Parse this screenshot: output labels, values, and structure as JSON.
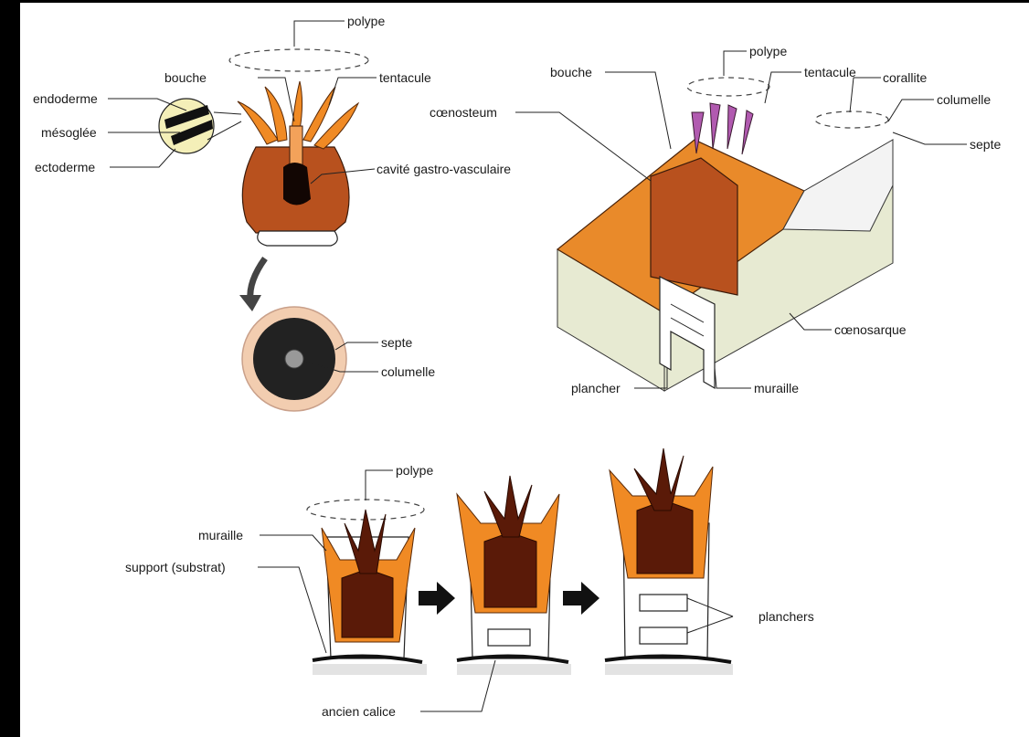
{
  "labels": {
    "polype_1": "polype",
    "bouche_1": "bouche",
    "tentacule_1": "tentacule",
    "endoderme": "endoderme",
    "mesoglee": "mésoglée",
    "ectoderme": "ectoderme",
    "cavite": "cavité gastro-vasculaire",
    "septe_1": "septe",
    "columelle_1": "columelle",
    "polype_2": "polype",
    "bouche_2": "bouche",
    "tentacule_2": "tentacule",
    "corallite": "corallite",
    "columelle_2": "columelle",
    "septe_2": "septe",
    "coenosteum": "cœnosteum",
    "coenosarque": "cœnosarque",
    "plancher": "plancher",
    "muraille_1": "muraille",
    "polype_3": "polype",
    "muraille_2": "muraille",
    "support": "support (substrat)",
    "planchers": "planchers",
    "ancien_calice": "ancien calice"
  },
  "colors": {
    "background": "#000000",
    "canvas": "#ffffff",
    "tissue_brown": "#b8511e",
    "tissue_orange": "#f08a24",
    "tissue_dark": "#5a1a08",
    "skeleton_rock": "#e7ead2",
    "mesoglea_yellow": "#f4efb8"
  },
  "icons": {
    "arrow_curved": "curved-arrow-icon",
    "arrow_right": "right-arrow-icon"
  }
}
